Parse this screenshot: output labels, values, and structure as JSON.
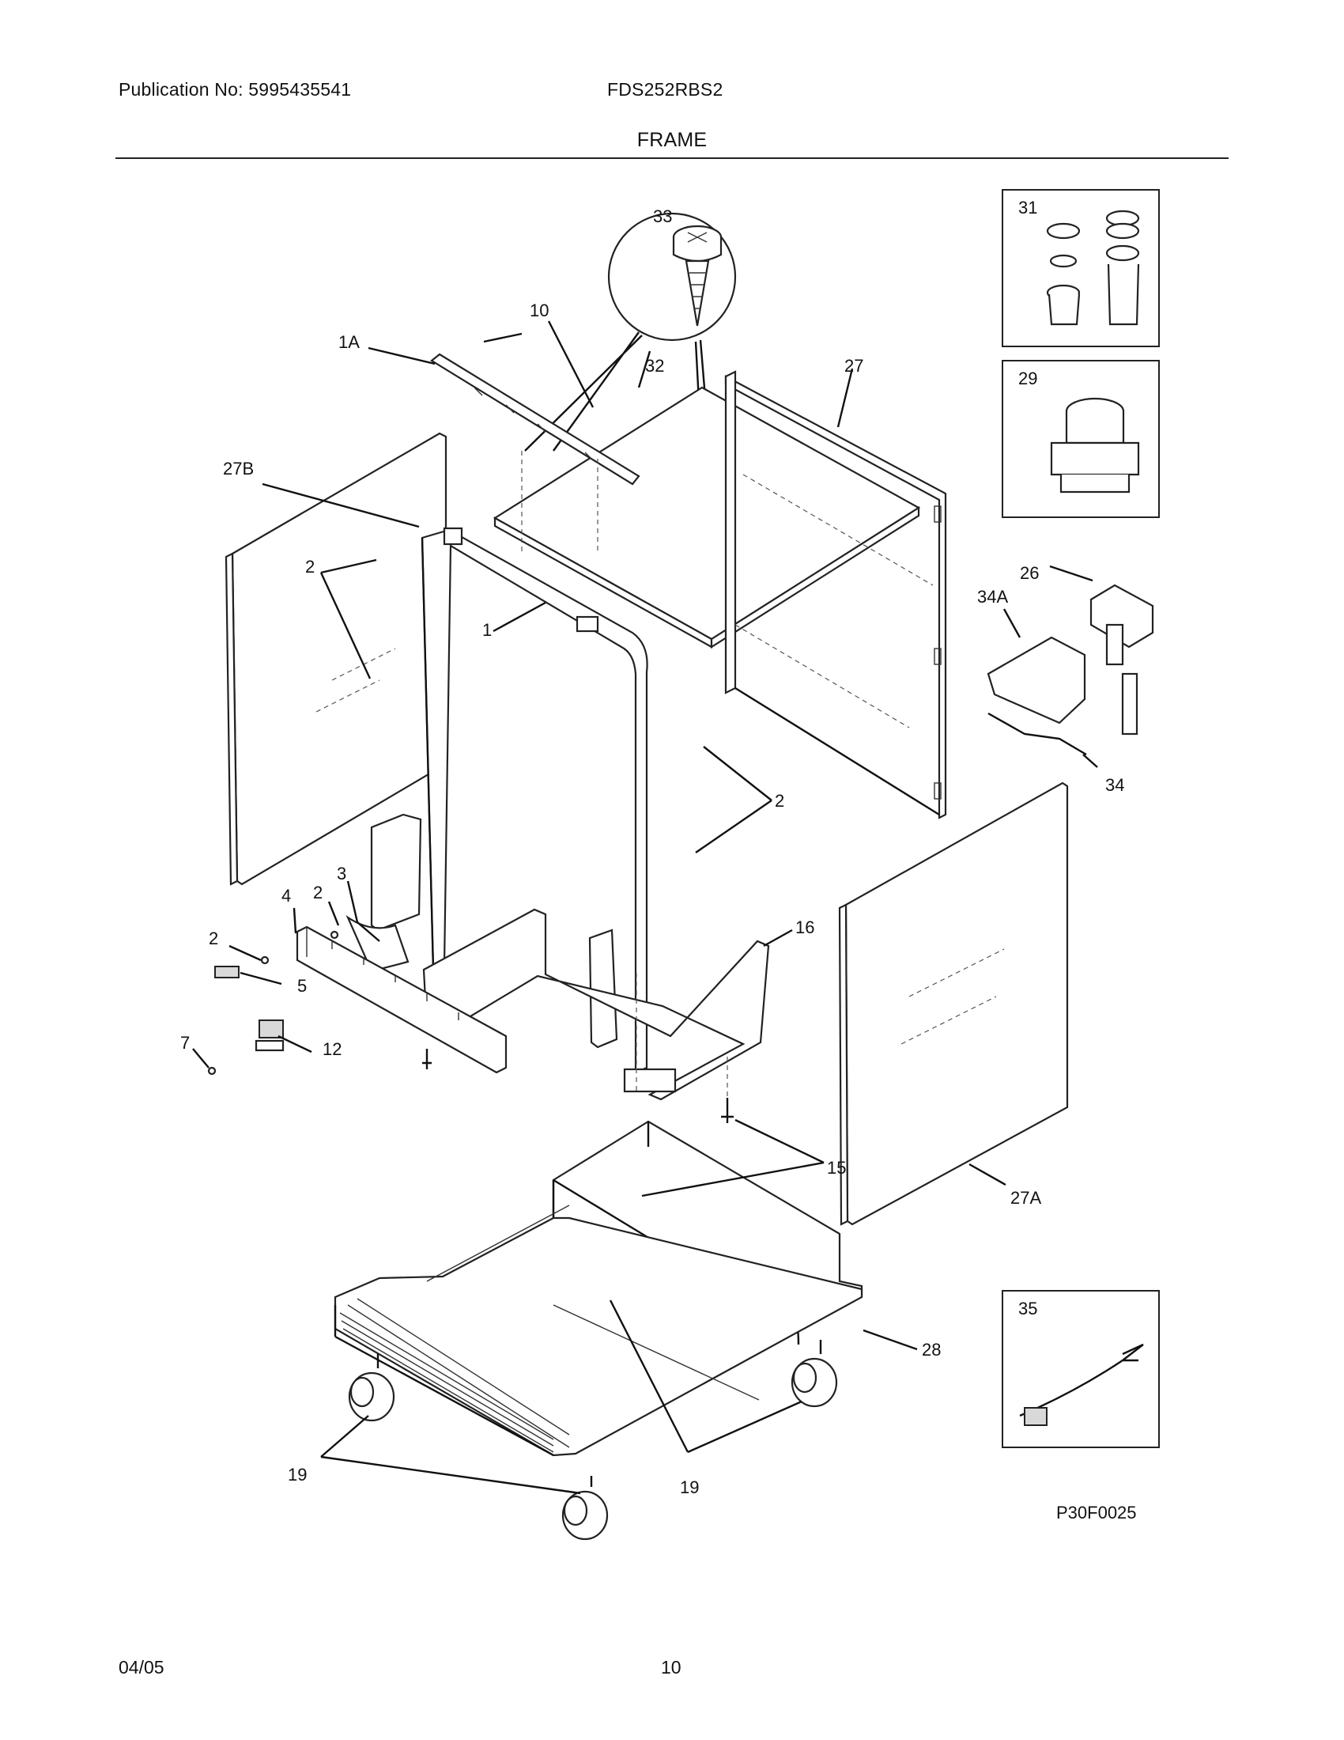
{
  "header": {
    "publication": "Publication No: 5995435541",
    "model": "FDS252RBS2",
    "section_title": "FRAME"
  },
  "callouts": {
    "c33": "33",
    "c10": "10",
    "c1a": "1A",
    "c32": "32",
    "c27": "27",
    "c27b": "27B",
    "c2_top": "2",
    "c1": "1",
    "c2_right": "2",
    "c3": "3",
    "c4": "4",
    "c2_mid": "2",
    "c2_left": "2",
    "c5": "5",
    "c7": "7",
    "c12": "12",
    "c16": "16",
    "c15": "15",
    "c27a": "27A",
    "c28": "28",
    "c19_left": "19",
    "c19_center": "19",
    "c26": "26",
    "c34a": "34A",
    "c34": "34"
  },
  "insets": {
    "i31": "31",
    "i29": "29",
    "i35": "35"
  },
  "diagram_code": "P30F0025",
  "footer": {
    "date": "04/05",
    "page": "10"
  }
}
